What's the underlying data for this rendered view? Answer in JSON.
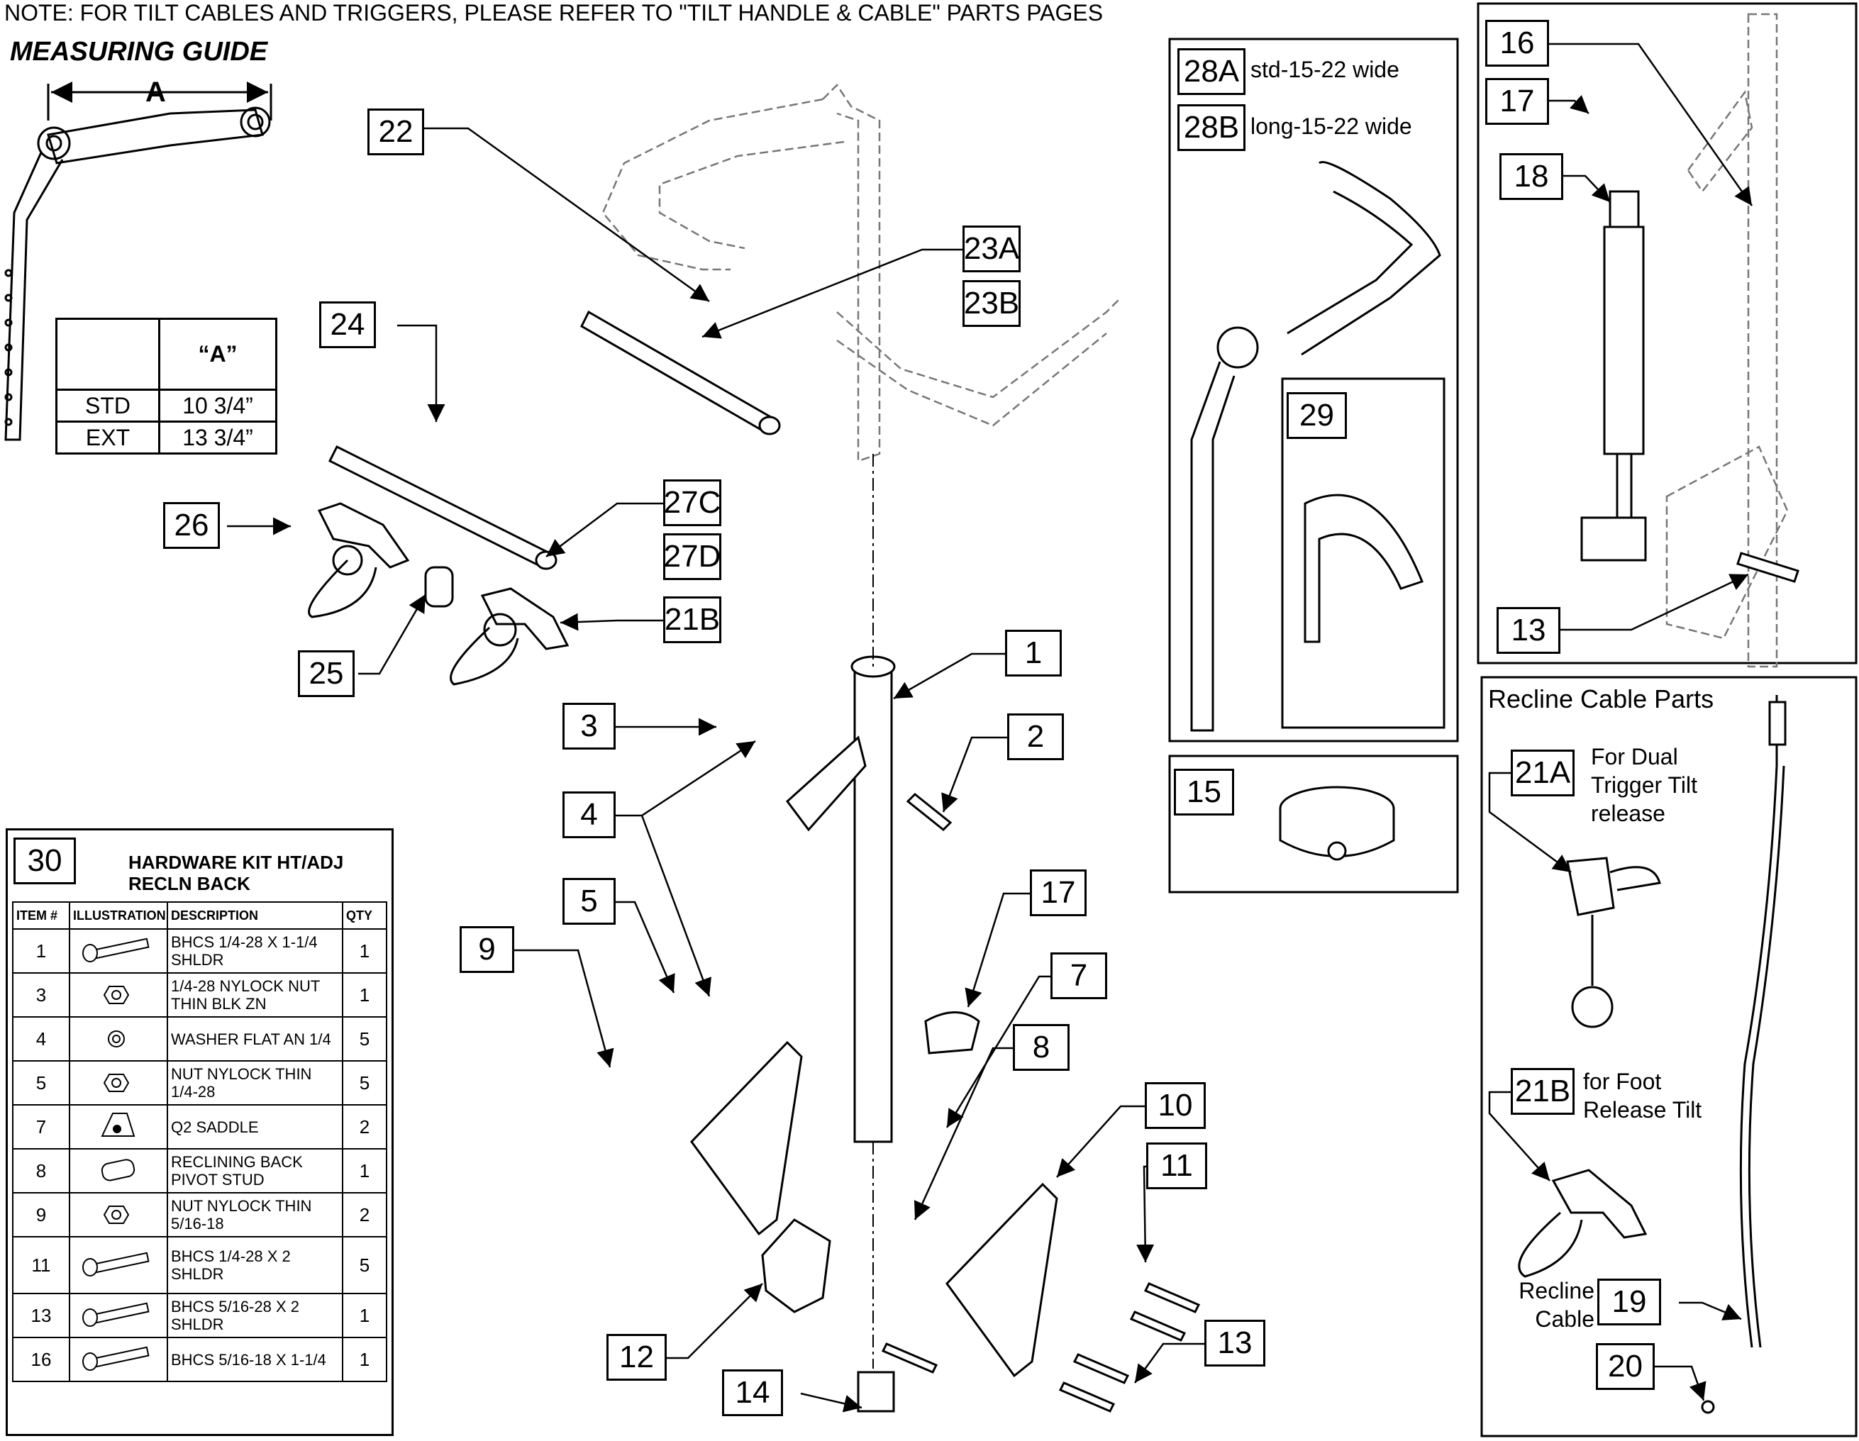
{
  "note": "NOTE: FOR TILT CABLES AND TRIGGERS, PLEASE REFER TO \"TILT HANDLE & CABLE\" PARTS PAGES",
  "measuring_guide": {
    "title": "MEASURING GUIDE",
    "dimension": "A",
    "table": {
      "header": "“A”",
      "rows": [
        {
          "type": "STD",
          "value": "10 3/4”"
        },
        {
          "type": "EXT",
          "value": "13 3/4”"
        }
      ]
    }
  },
  "callouts": {
    "c22": "22",
    "c23a": "23A",
    "c23b": "23B",
    "c24": "24",
    "c26": "26",
    "c27c": "27C",
    "c27d": "27D",
    "c21b": "21B",
    "c25": "25",
    "c1": "1",
    "c2": "2",
    "c3": "3",
    "c4": "4",
    "c5": "5",
    "c9": "9",
    "c17": "17",
    "c7": "7",
    "c8": "8",
    "c10": "10",
    "c11": "11",
    "c12": "12",
    "c13": "13",
    "c14": "14",
    "c28a": "28A",
    "c28b": "28B",
    "c29": "29",
    "c15": "15",
    "r16": "16",
    "r17": "17",
    "r18": "18",
    "r13": "13",
    "c21a_r": "21A",
    "c21b_r": "21B",
    "c19": "19",
    "c20": "20"
  },
  "labels": {
    "std_wide": "std-15-22 wide",
    "long_wide": "long-15-22 wide",
    "recline_cable_parts": "Recline Cable Parts",
    "dual_trigger": "For Dual Trigger Tilt release",
    "foot_release": "for Foot Release Tilt",
    "recline_cable": "Recline Cable"
  },
  "hardware_kit": {
    "number": "30",
    "title_line1": "HARDWARE KIT HT/ADJ",
    "title_line2": "RECLN BACK",
    "columns": [
      "ITEM #",
      "ILLUSTRATION",
      "DESCRIPTION",
      "QTY"
    ],
    "rows": [
      {
        "item": "1",
        "desc": "BHCS 1/4-28 X 1-1/4 SHLDR",
        "qty": "1",
        "icon": "bolt-icon"
      },
      {
        "item": "3",
        "desc": "1/4-28 NYLOCK NUT THIN BLK ZN",
        "qty": "1",
        "icon": "nut-icon"
      },
      {
        "item": "4",
        "desc": "WASHER FLAT AN 1/4",
        "qty": "5",
        "icon": "washer-icon"
      },
      {
        "item": "5",
        "desc": "NUT NYLOCK THIN 1/4-28",
        "qty": "5",
        "icon": "nut-icon"
      },
      {
        "item": "7",
        "desc": "Q2 SADDLE",
        "qty": "2",
        "icon": "saddle-icon"
      },
      {
        "item": "8",
        "desc": "RECLINING BACK PIVOT STUD",
        "qty": "1",
        "icon": "stud-icon"
      },
      {
        "item": "9",
        "desc": "NUT NYLOCK THIN 5/16-18",
        "qty": "2",
        "icon": "nut-icon"
      },
      {
        "item": "11",
        "desc": "BHCS 1/4-28 X 2 SHLDR",
        "qty": "5",
        "icon": "bolt-icon"
      },
      {
        "item": "13",
        "desc": "BHCS 5/16-28 X 2 SHLDR",
        "qty": "1",
        "icon": "bolt-icon"
      },
      {
        "item": "16",
        "desc": "BHCS 5/16-18 X 1-1/4",
        "qty": "1",
        "icon": "bolt-icon"
      }
    ]
  }
}
